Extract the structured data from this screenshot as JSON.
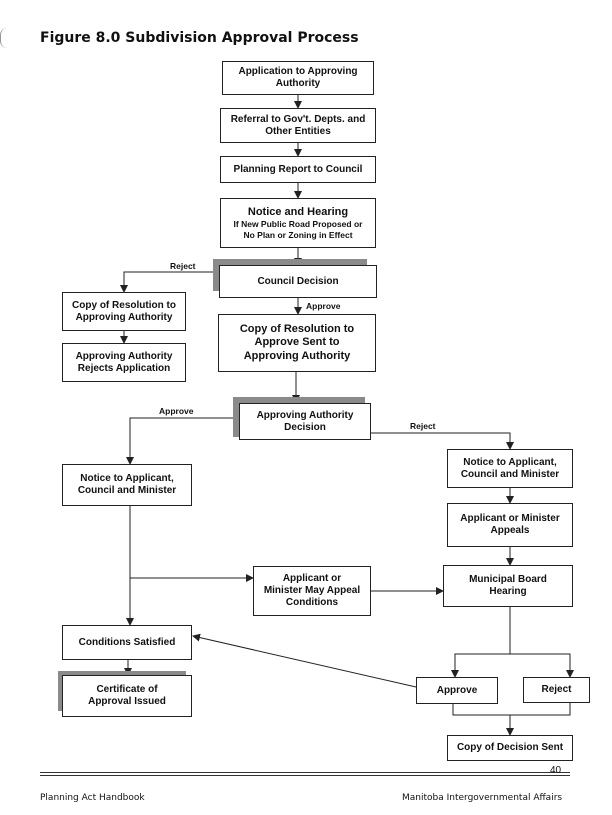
{
  "figure": {
    "title": "Figure 8.0  Subdivision Approval Process"
  },
  "boxes": {
    "application": [
      "Application to Approving",
      "Authority"
    ],
    "referral": [
      "Referral to Gov't. Depts. and",
      "Other Entities"
    ],
    "planning_report": [
      "Planning Report to Council"
    ],
    "notice_hearing": {
      "title": "Notice and Hearing",
      "sub": [
        "If New Public Road Proposed or",
        "No Plan or Zoning in Effect"
      ]
    },
    "council_decision": [
      "Council Decision"
    ],
    "copy_res_left": [
      "Copy of Resolution to",
      "Approving Authority"
    ],
    "aa_rejects": [
      "Approving Authority",
      "Rejects Application"
    ],
    "copy_res_approve": [
      "Copy of Resolution to",
      "Approve Sent to",
      "Approving Authority"
    ],
    "aa_decision": [
      "Approving Authority",
      "Decision"
    ],
    "notice_left": [
      "Notice to Applicant,",
      "Council and Minister"
    ],
    "notice_right": [
      "Notice to Applicant,",
      "Council and Minister"
    ],
    "applicant_appeals": [
      "Applicant or Minister",
      "Appeals"
    ],
    "may_appeal": [
      "Applicant or",
      "Minister May Appeal",
      "Conditions"
    ],
    "board_hearing": [
      "Municipal Board",
      "Hearing"
    ],
    "conditions_satisfied": [
      "Conditions Satisfied"
    ],
    "certificate": [
      "Certificate of",
      "Approval Issued"
    ],
    "approve_final": [
      "Approve"
    ],
    "reject_final": [
      "Reject"
    ],
    "copy_decision": [
      "Copy of Decision Sent"
    ]
  },
  "edge_labels": {
    "reject_council": "Reject",
    "approve_council": "Approve",
    "approve_aa": "Approve",
    "reject_aa": "Reject"
  },
  "page": {
    "number": "40"
  },
  "footer": {
    "left": "Planning Act Handbook",
    "right": "Manitoba Intergovernmental Affairs"
  }
}
